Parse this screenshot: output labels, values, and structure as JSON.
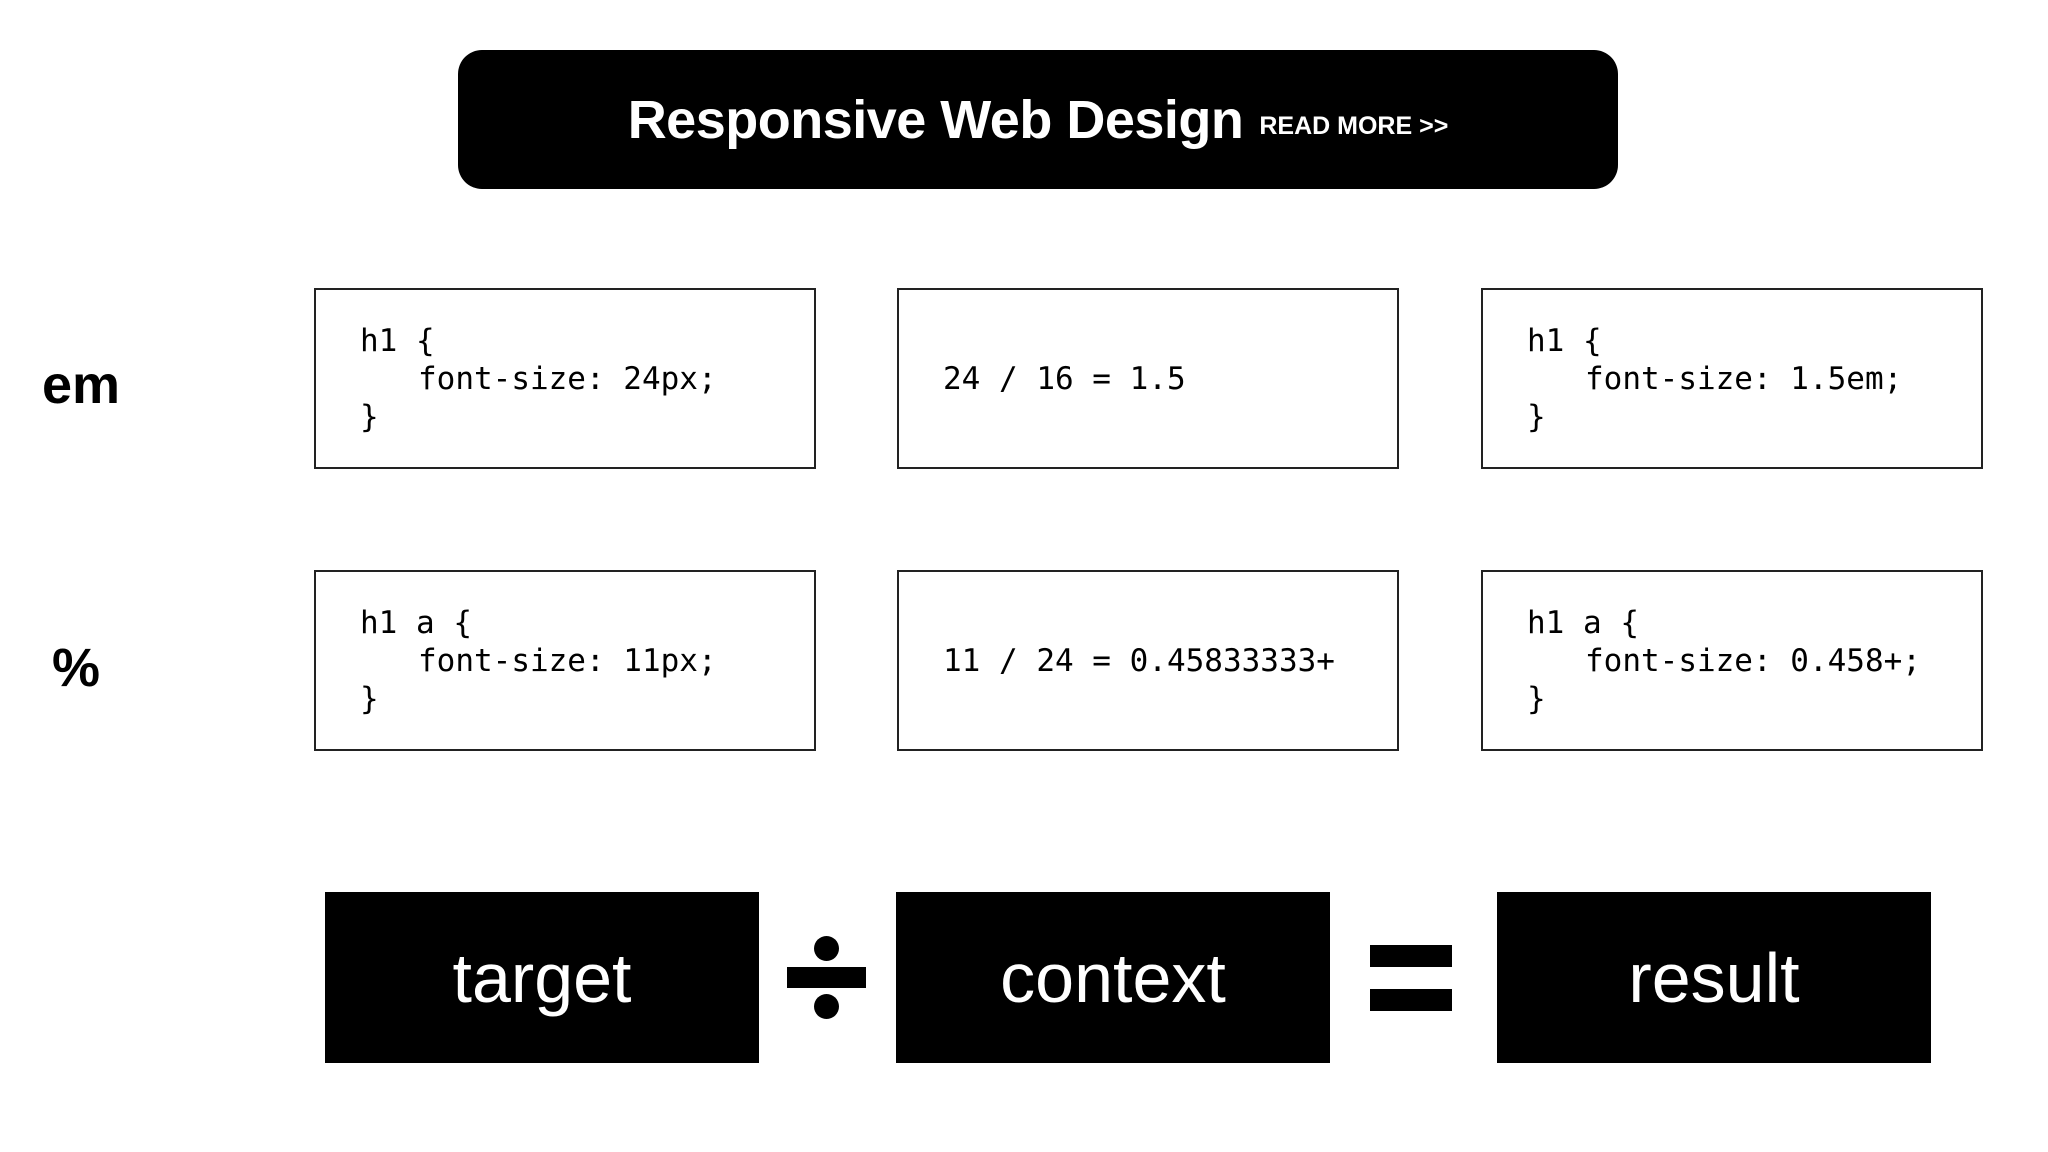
{
  "header": {
    "title": "Responsive Web Design",
    "read_more": "READ MORE >>"
  },
  "rows": [
    {
      "label": "em",
      "source": {
        "line1": "h1 {",
        "line2": "font-size: 24px;",
        "line3": "}"
      },
      "calc": "24 / 16 = 1.5",
      "result": {
        "line1": "h1 {",
        "line2": "font-size: 1.5em;",
        "line3": "}"
      }
    },
    {
      "label": "%",
      "source": {
        "line1": "h1 a {",
        "line2": "font-size: 11px;",
        "line3": "}"
      },
      "calc": "11 / 24 = 0.45833333+",
      "result": {
        "line1": "h1 a {",
        "line2": "font-size: 0.458+;",
        "line3": "}"
      }
    }
  ],
  "formula": {
    "target": "target",
    "context": "context",
    "result": "result",
    "operator1": "divide-icon",
    "operator2": "equals-icon"
  }
}
